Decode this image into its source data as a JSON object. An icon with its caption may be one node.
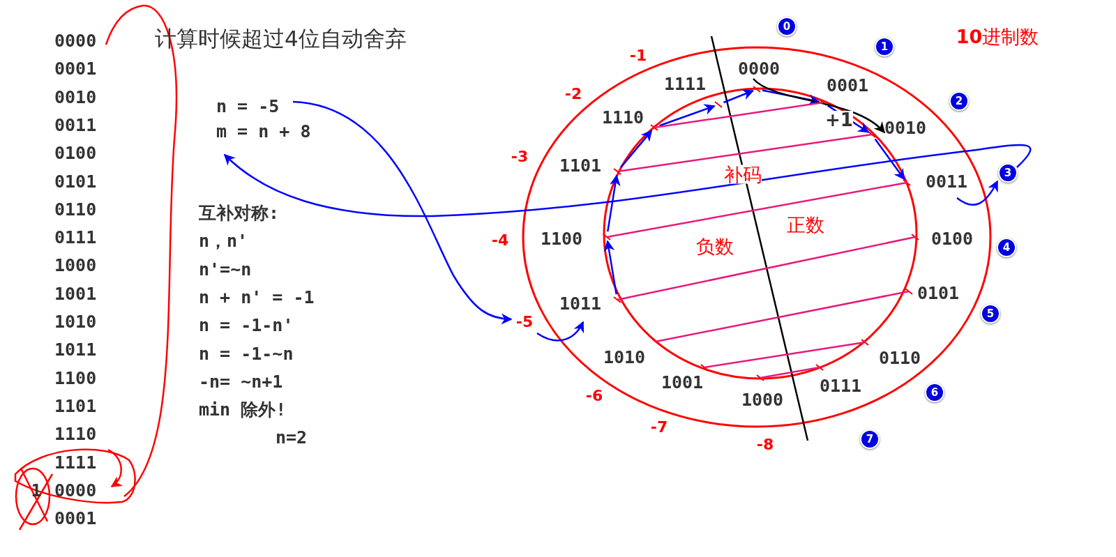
{
  "diagram": {
    "nodes": [
      {
        "text": [
          "0000"
        ]
      },
      {
        "text": [
          "0001"
        ]
      },
      {
        "text": [
          "0010"
        ]
      },
      {
        "text": [
          "0011"
        ]
      },
      {
        "text": [
          "0100"
        ]
      },
      {
        "text": [
          "0101"
        ]
      },
      {
        "text": [
          "0110"
        ]
      },
      {
        "text": [
          "0111"
        ]
      },
      {
        "text": [
          "1000"
        ]
      },
      {
        "text": [
          "1001"
        ]
      },
      {
        "text": [
          "1010"
        ]
      },
      {
        "text": [
          "1011"
        ]
      },
      {
        "text": [
          "1100"
        ]
      },
      {
        "text": [
          "1101"
        ]
      },
      {
        "text": [
          "1110"
        ]
      },
      {
        "text": [
          "1111"
        ]
      },
      {
        "text": [
          "0000"
        ]
      },
      {
        "text": [
          "0001"
        ]
      },
      {
        "text": [
          "n = -5"
        ]
      },
      {
        "text": [
          "m = n + 8"
        ]
      },
      {
        "text": [
          "0000"
        ]
      },
      {
        "text": [
          "0001"
        ]
      },
      {
        "text": [
          "0010"
        ]
      },
      {
        "text": [
          "0011"
        ]
      },
      {
        "text": [
          "0100"
        ]
      },
      {
        "text": [
          "0101"
        ]
      },
      {
        "text": [
          "0110"
        ]
      },
      {
        "text": [
          "0111"
        ]
      },
      {
        "text": [
          "1000"
        ]
      },
      {
        "text": [
          "1001"
        ]
      },
      {
        "text": [
          "1010"
        ]
      },
      {
        "text": [
          "1011"
        ]
      },
      {
        "text": [
          "1100"
        ]
      },
      {
        "text": [
          "1101"
        ]
      },
      {
        "text": [
          "1110"
        ]
      },
      {
        "text": [
          "1111"
        ]
      },
      {
        "text": [
          "-5"
        ]
      },
      {
        "text": [
          "3"
        ]
      },
      {
        "text": [
          "0"
        ]
      },
      {
        "text": [
          "1"
        ]
      },
      {
        "text": [
          "2"
        ]
      },
      {
        "text": [
          "4"
        ]
      },
      {
        "text": [
          "5"
        ]
      },
      {
        "text": [
          "6"
        ]
      },
      {
        "text": [
          "7"
        ]
      }
    ],
    "edges": [
      {
        "from": 18,
        "to": 36,
        "arrow": "to"
      },
      {
        "from": 36,
        "to": 31,
        "arrow": "to"
      },
      {
        "from": 23,
        "to": 37,
        "arrow": "to"
      },
      {
        "from": 37,
        "to": 19,
        "arrow": "to"
      },
      {
        "from": 31,
        "to": 32,
        "arrow": "to"
      },
      {
        "from": 32,
        "to": 33,
        "arrow": "to"
      },
      {
        "from": 33,
        "to": 34,
        "arrow": "to"
      },
      {
        "from": 34,
        "to": 35,
        "arrow": "to"
      },
      {
        "from": 35,
        "to": 20,
        "arrow": "to"
      },
      {
        "from": 20,
        "to": 21,
        "arrow": "to"
      },
      {
        "from": 21,
        "to": 22,
        "arrow": "to"
      },
      {
        "from": 22,
        "to": 23,
        "arrow": "to"
      },
      {
        "from": 20,
        "to": 22,
        "arrow": "to",
        "label": "+1",
        "color": "#000000"
      },
      {
        "from": 34,
        "to": 21,
        "arrow": "none",
        "color": "#e8197a"
      },
      {
        "from": 33,
        "to": 22,
        "arrow": "none",
        "color": "#e8197a"
      },
      {
        "from": 32,
        "to": 23,
        "arrow": "none",
        "color": "#e8197a"
      },
      {
        "from": 31,
        "to": 24,
        "arrow": "none",
        "color": "#e8197a"
      },
      {
        "from": 30,
        "to": 25,
        "arrow": "none",
        "color": "#e8197a"
      },
      {
        "from": 29,
        "to": 26,
        "arrow": "none",
        "color": "#e8197a"
      },
      {
        "from": 28,
        "to": 27,
        "arrow": "none",
        "color": "#e8197a"
      },
      {
        "from": 15,
        "to": 16,
        "arrow": "to",
        "color": "#ff0000"
      },
      {
        "from": 16,
        "to": 0,
        "arrow": "none",
        "color": "#ff0000"
      }
    ],
    "labels": [
      "计算时候超过4位自动舍弃",
      "**10**进制数",
      "-1",
      "-2",
      "-3",
      "-4",
      "-6",
      "-7",
      "-8",
      "互补对称:",
      "n，n'",
      "n'=~n",
      "n + n' = -1",
      "n = -1-n'",
      "n = -1-~n",
      "-n= ~n+1",
      "min 除外!",
      "n=2",
      "补码",
      "正数",
      "负数",
      "1"
    ]
  }
}
